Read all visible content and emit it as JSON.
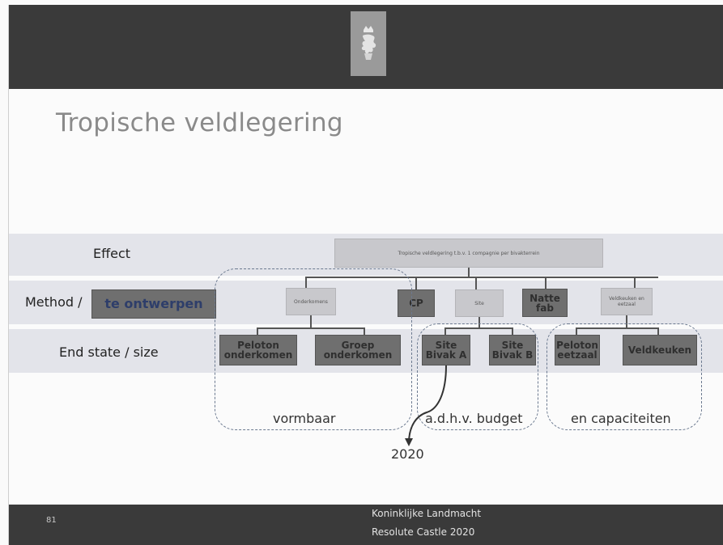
{
  "slide": {
    "title": "Tropische veldlegering",
    "page_number": "81",
    "footer_line1": "Koninklijke Landmacht",
    "footer_line2": "Resolute Castle 2020"
  },
  "rows": {
    "effect": "Effect",
    "method": "Method /",
    "method_badge": "te ontwerpen",
    "end_state": "End state / size"
  },
  "nodes": {
    "effect_box": "Tropische veldlegering t.b.v. 1 compagnie per bivakterrein",
    "onderkomens": "Onderkomens",
    "cp": "CP",
    "site": "Site",
    "natte_fab_1": "Natte",
    "natte_fab_2": "fab",
    "veldkeuken_eetzaal": "Veldkeuken en eetzaal",
    "peloton_onderkomen_1": "Peloton",
    "peloton_onderkomen_2": "onderkomen",
    "groep_onderkomen_1": "Groep",
    "groep_onderkomen_2": "onderkomen",
    "site_bivak_a_1": "Site",
    "site_bivak_a_2": "Bivak A",
    "site_bivak_b_1": "Site",
    "site_bivak_b_2": "Bivak B",
    "peloton_eetzaal_1": "Peloton",
    "peloton_eetzaal_2": "eetzaal",
    "veldkeuken": "Veldkeuken"
  },
  "annotations": {
    "vormbaar": "vormbaar",
    "budget": "a.d.h.v. budget",
    "capaciteiten": "en capaciteiten",
    "year": "2020"
  },
  "colors": {
    "header_bar": "#3a3a3a",
    "band": "#e3e4ea",
    "dark_box": "#6f6f6f",
    "light_box": "#c8c8cc",
    "dashed_outline": "#6c7a90"
  },
  "icons": {
    "emblem": "royal-coat-of-arms-lion-icon"
  }
}
